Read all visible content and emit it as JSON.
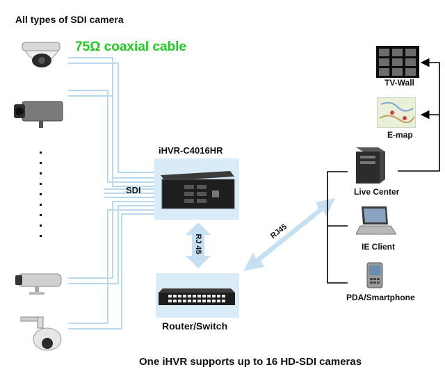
{
  "heading": "All types of SDI camera",
  "cable_label": "75Ω coaxial cable",
  "sdi_label": "SDI",
  "dvr": {
    "label": "iHVR-C4016HR"
  },
  "router": {
    "label": "Router/Switch"
  },
  "links": {
    "rj45_vertical": "RJ 45",
    "rj45_diagonal": "RJ45"
  },
  "clients": {
    "tv_wall": "TV-Wall",
    "emap": "E-map",
    "live_center": "Live Center",
    "ie_client": "IE Client",
    "pda": "PDA/Smartphone"
  },
  "footer": "One iHVR supports up to 16 HD-SDI cameras",
  "colors": {
    "cable": "#b9d9ee",
    "arrow": "#c5e0f2",
    "cable_label": "#22cc22",
    "line": "#000000"
  },
  "icons": [
    "dome-camera-icon",
    "box-camera-icon",
    "bullet-camera-icon",
    "ptz-camera-icon",
    "dvr-server-icon",
    "network-switch-icon",
    "tv-wall-icon",
    "map-icon",
    "tower-pc-icon",
    "laptop-icon",
    "pda-icon"
  ]
}
